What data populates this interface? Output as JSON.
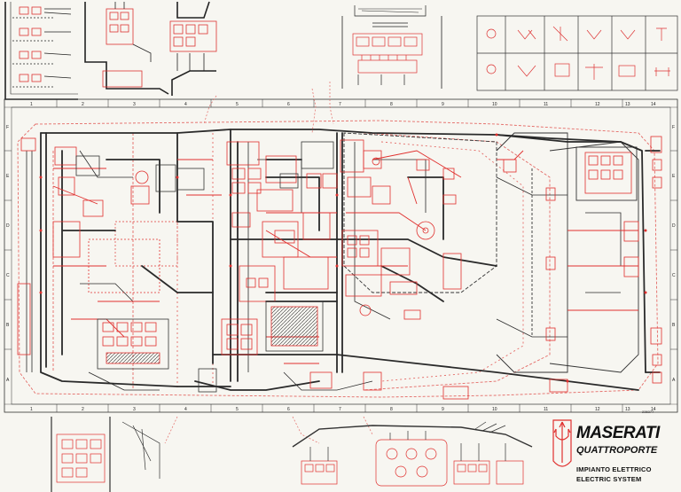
{
  "title": {
    "brand": "MASERATI",
    "model": "QUATTROPORTE",
    "subtitle_it": "IMPIANTO ELETTRICO",
    "subtitle_en": "ELECTRIC SYSTEM"
  },
  "drawing_number": "235377",
  "grid": {
    "columns": [
      "1",
      "2",
      "3",
      "4",
      "5",
      "6",
      "7",
      "8",
      "9",
      "10",
      "11",
      "12",
      "13",
      "14"
    ],
    "rows": [
      "F",
      "E",
      "D",
      "C",
      "B",
      "A"
    ]
  },
  "colors": {
    "background": "#f7f6f1",
    "wiring_black": "#2a2a2a",
    "wiring_red": "#e0302e",
    "outline_red_dashed": "#e46a66"
  }
}
